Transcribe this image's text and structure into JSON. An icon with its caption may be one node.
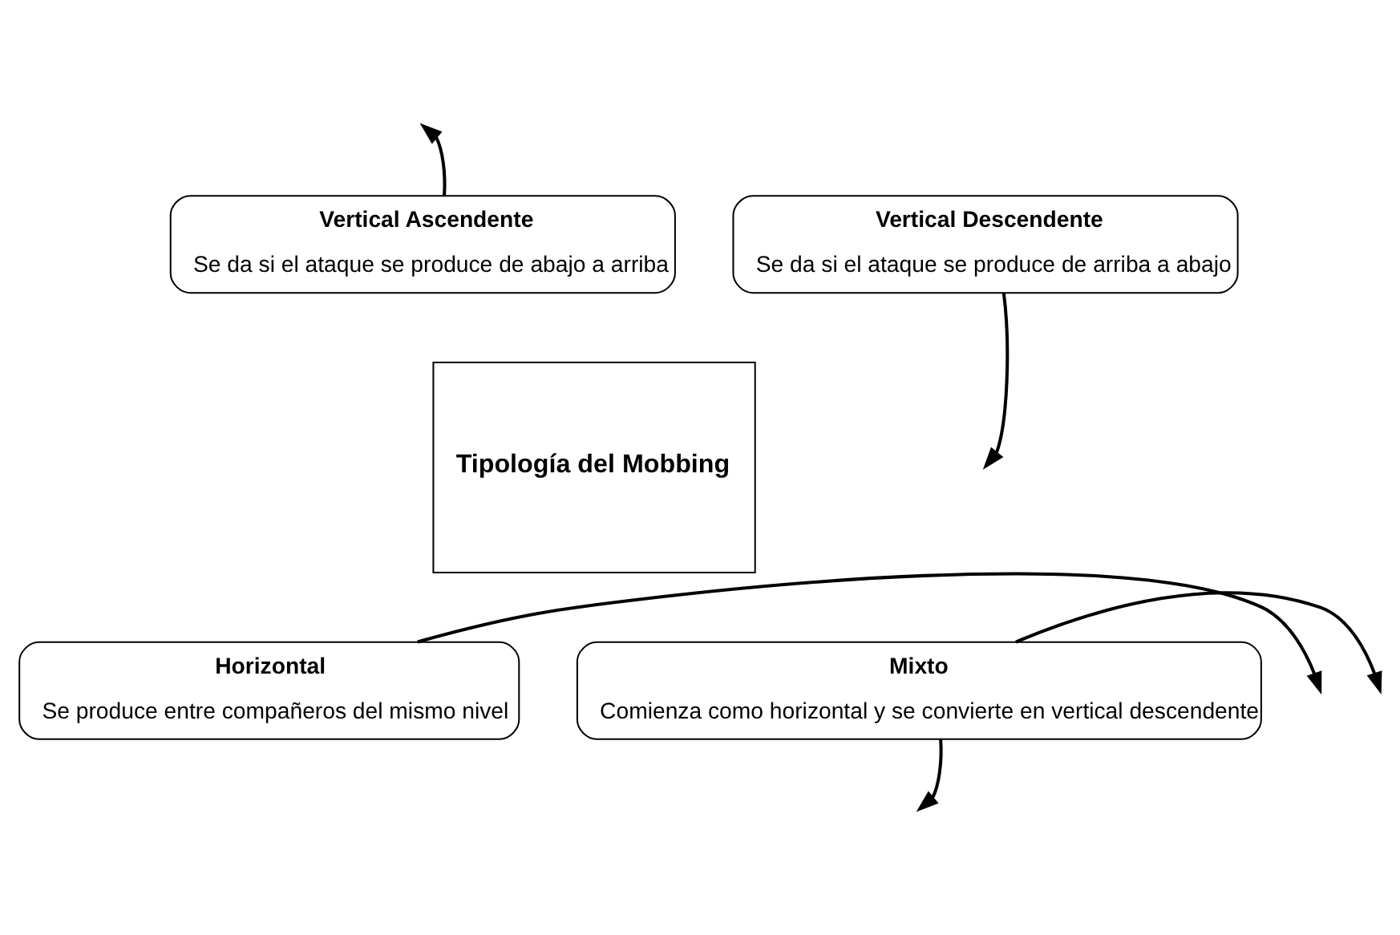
{
  "diagram": {
    "nodes": [
      {
        "text": [
          "Vertical Descendente",
          "Se da si el ataque se produce de arriba a abajo"
        ]
      },
      {
        "text": [
          "Vertical Ascendente",
          "Se da si el ataque se produce de abajo a arriba"
        ]
      },
      {
        "text": [
          "Tipología del Mobbing"
        ]
      },
      {
        "text": [
          "Horizontal",
          "Se produce entre compañeros del mismo nivel"
        ]
      },
      {
        "text": [
          "Mixto",
          "Comienza como horizontal y se convierte en vertical descendente"
        ]
      }
    ],
    "edges": [
      {
        "from": 0,
        "to": null,
        "arrow": "to"
      },
      {
        "from": 1,
        "to": null,
        "arrow": "to"
      },
      {
        "from": 3,
        "to": null,
        "arrow": "to"
      },
      {
        "from": 4,
        "to": null,
        "arrow": "to"
      },
      {
        "from": 4,
        "to": null,
        "arrow": "to"
      }
    ]
  }
}
